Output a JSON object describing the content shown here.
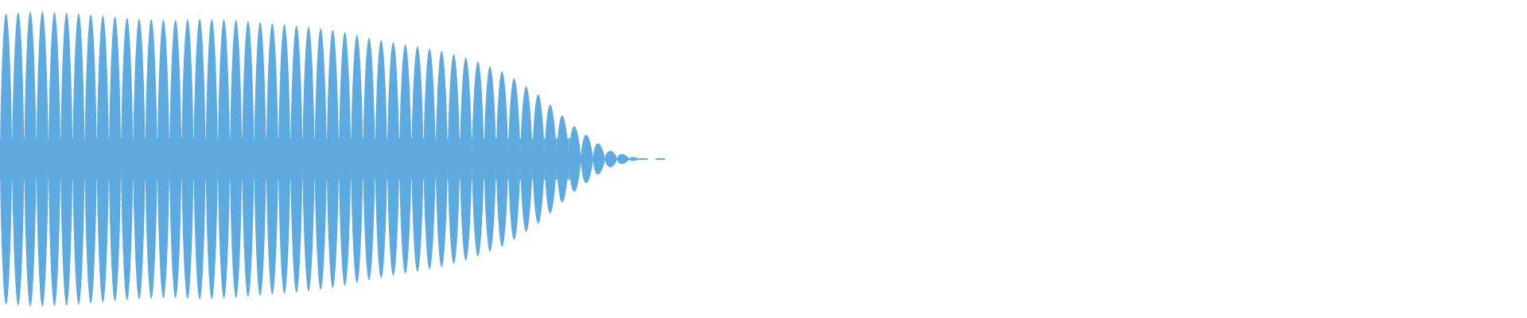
{
  "waveform": {
    "color": "#5DAAE0",
    "background": "#FFFFFF",
    "track_fraction": 0.42,
    "cycles": 53,
    "peak_envelope": [
      0.96,
      0.98,
      0.97,
      0.95,
      0.93,
      0.92,
      0.93,
      0.92,
      0.9,
      0.88,
      0.85,
      0.8,
      0.76,
      0.72,
      0.66,
      0.57,
      0.42,
      0.22,
      0.06,
      0.0
    ],
    "tail_dash": true
  }
}
